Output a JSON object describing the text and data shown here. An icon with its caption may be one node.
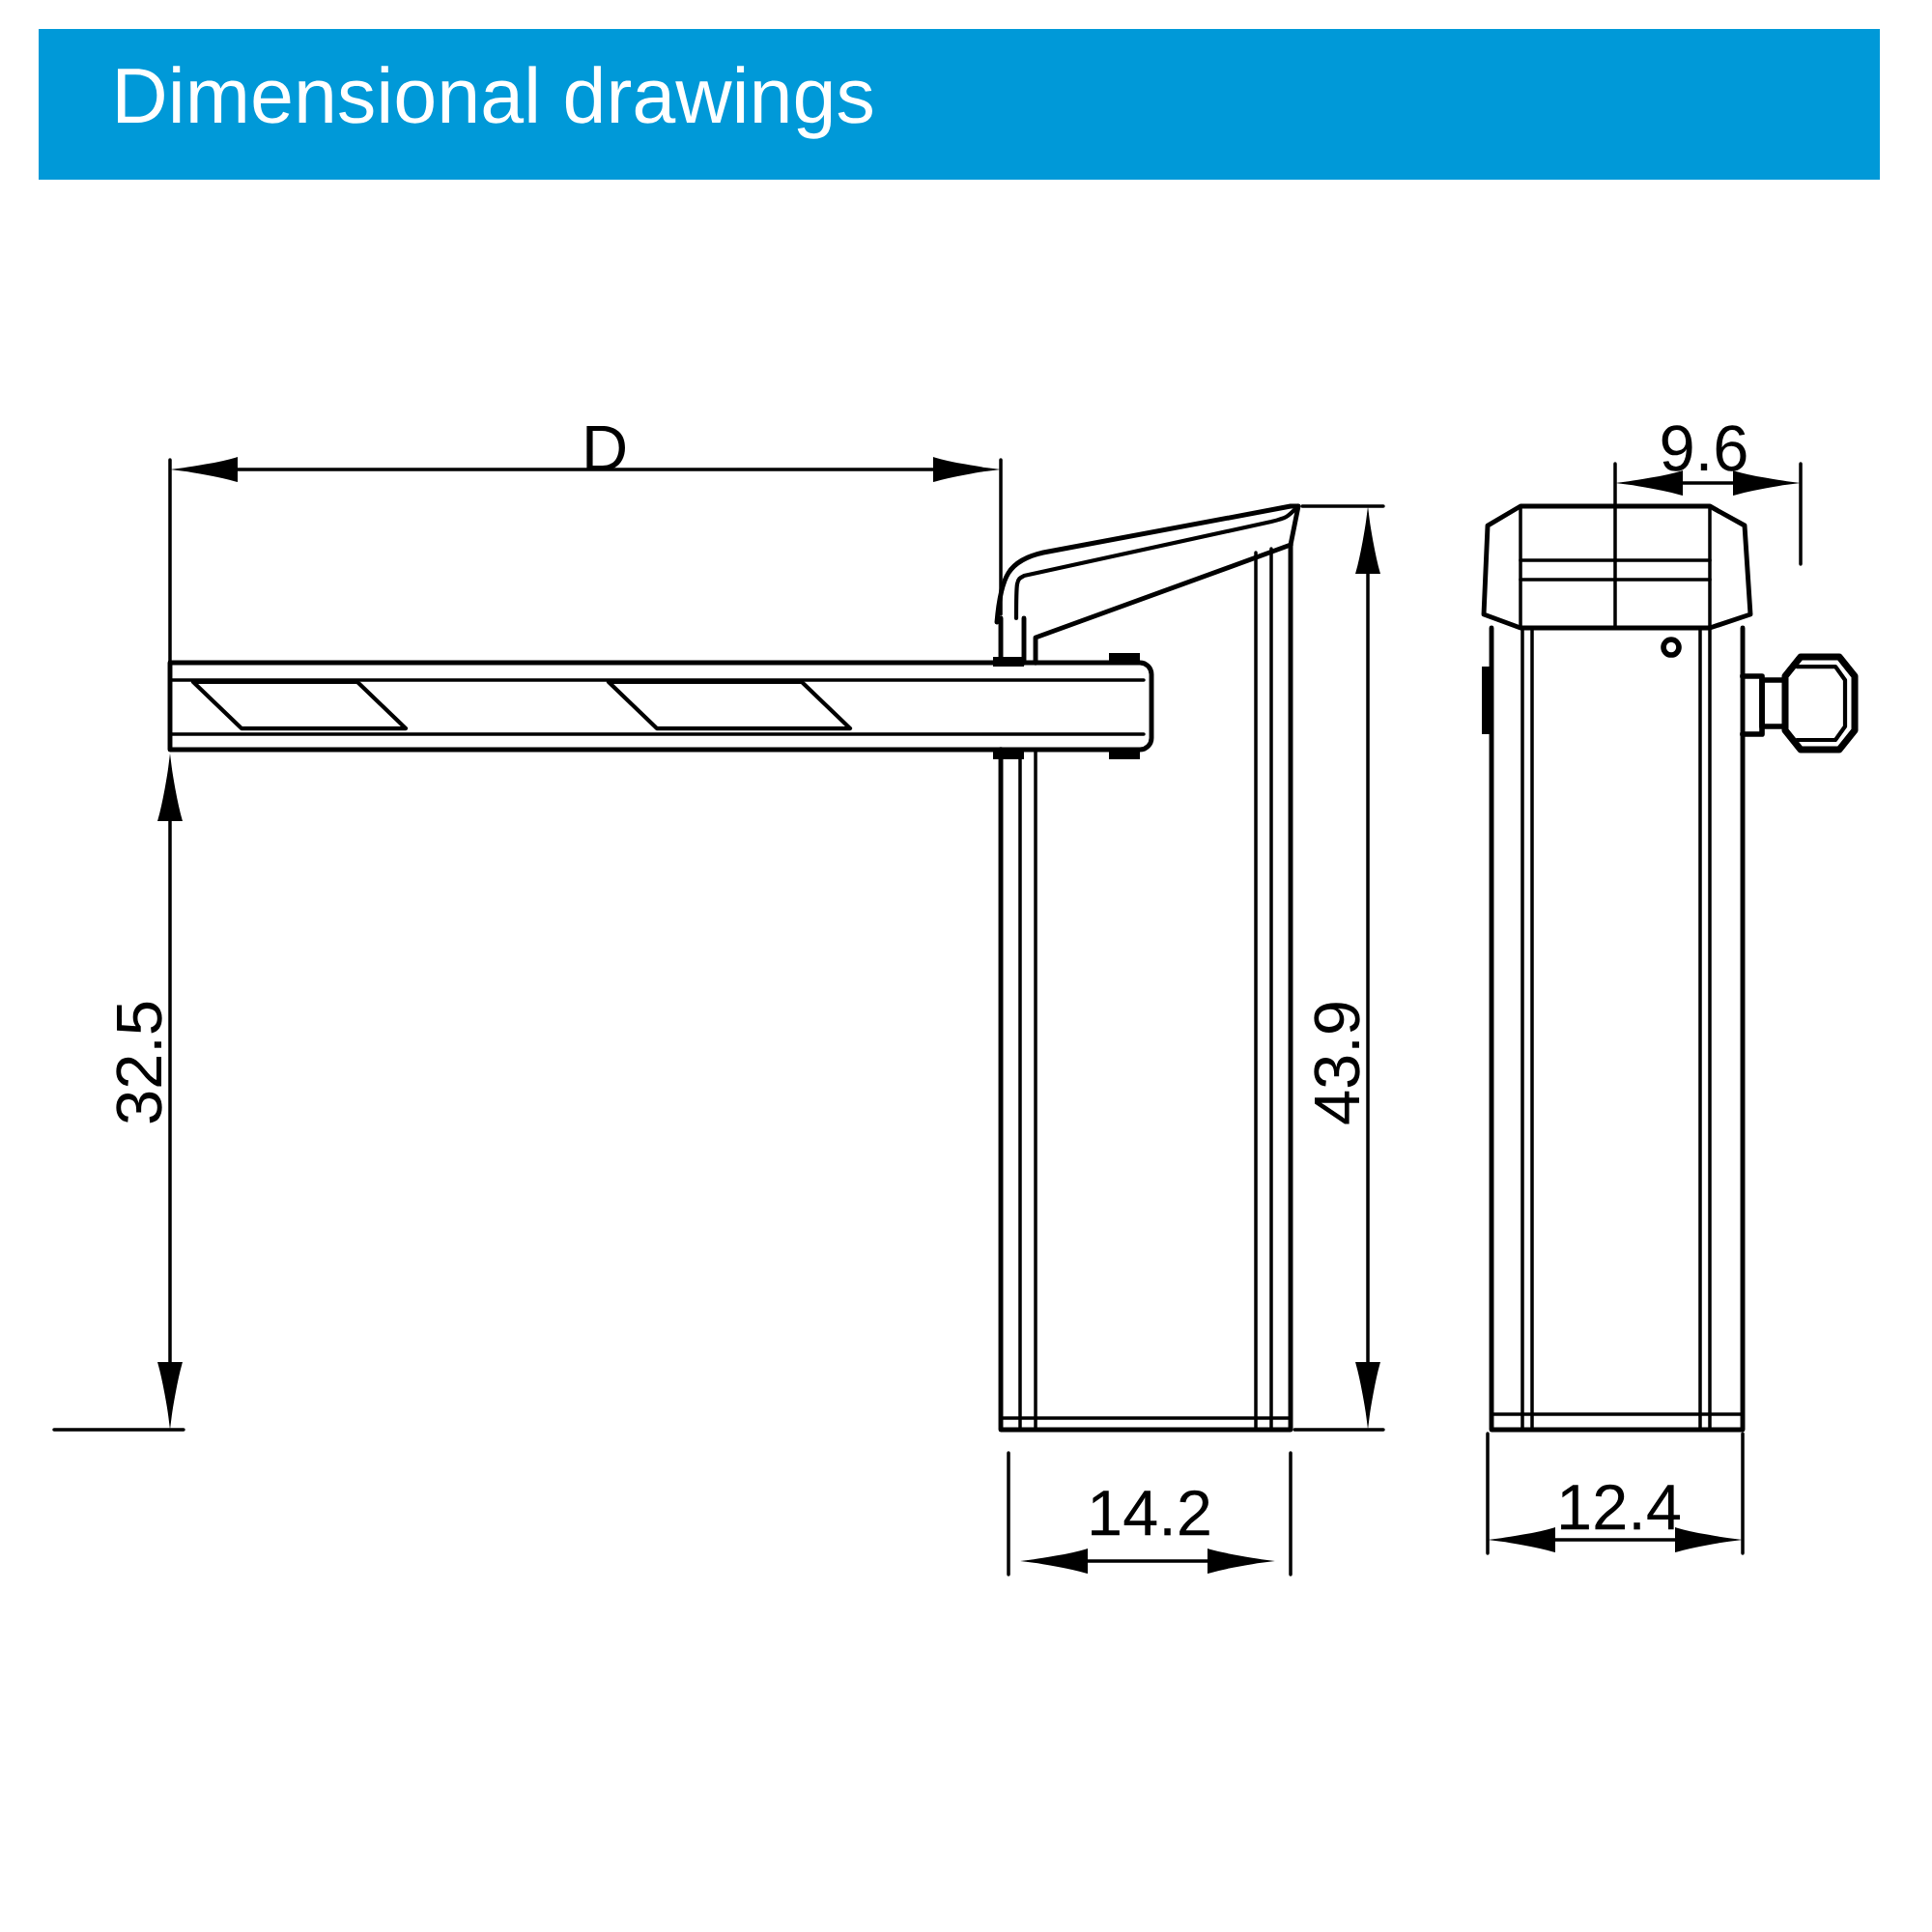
{
  "diagram": {
    "title": "Dimensional drawings",
    "labels": [
      "D",
      "9.6",
      "32.5",
      "43.9",
      "14.2",
      "12.4"
    ]
  }
}
